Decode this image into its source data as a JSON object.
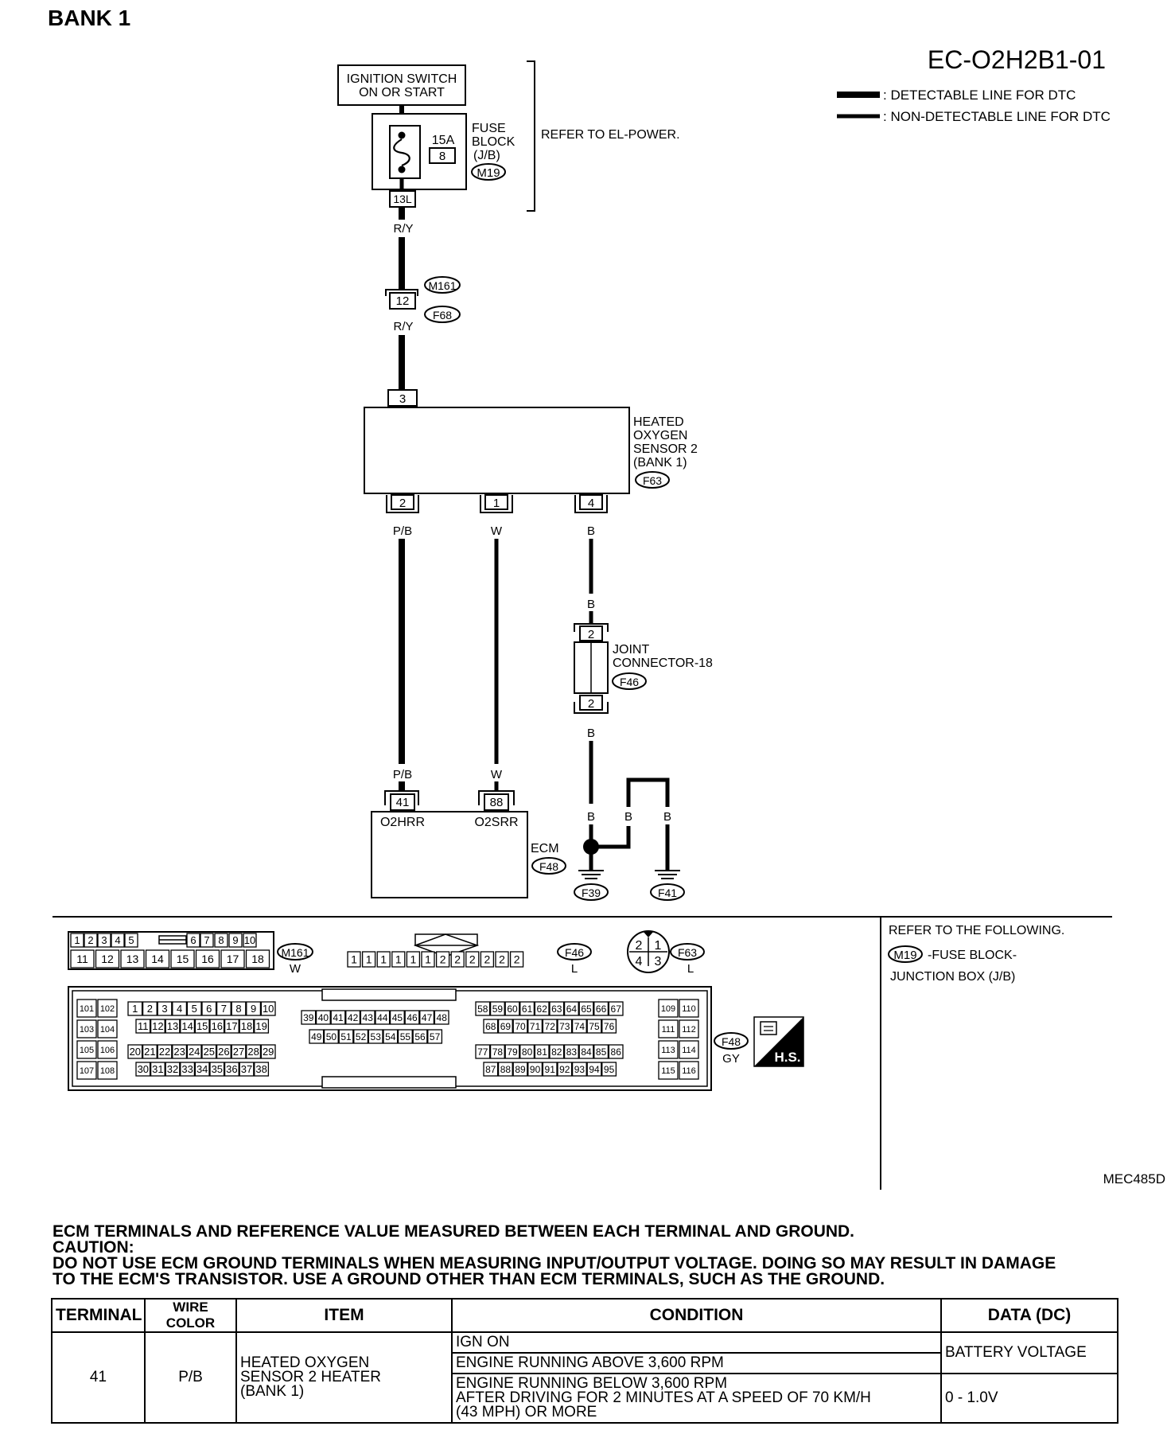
{
  "page": {
    "heading": "BANK 1",
    "diagram_code": "EC-O2H2B1-01",
    "figure_code": "MEC485D"
  },
  "legend": {
    "detectable_label": ": DETECTABLE LINE FOR DTC",
    "non_detectable_label": ": NON-DETECTABLE LINE FOR DTC"
  },
  "power": {
    "ignition_line1": "IGNITION SWITCH",
    "ignition_line2": "ON OR START",
    "fuse_amp": "15A",
    "fuse_number": "8",
    "fuse_block_line1": "FUSE",
    "fuse_block_line2": "BLOCK",
    "fuse_block_line3": "(J/B)",
    "fuse_block_connector": "M19",
    "fuse_terminal": "13L",
    "refer_text": "REFER TO EL-POWER."
  },
  "wires": {
    "ry_top": "R/Y",
    "ry_bottom": "R/Y",
    "pb_top": "P/B",
    "w_top": "W",
    "b_top": "B",
    "b_joint_in": "B",
    "b_joint_out": "B",
    "pb_bottom": "P/B",
    "w_bottom": "W",
    "b_ground1": "B",
    "b_ground2": "B",
    "b_ground3": "B"
  },
  "connectors": {
    "m161": "M161",
    "f68": "F68",
    "relay_terminal": "12",
    "f39": "F39",
    "f41": "F41"
  },
  "sensor": {
    "name_line1": "HEATED",
    "name_line2": "OXYGEN",
    "name_line3": "SENSOR 2",
    "name_line4": "(BANK 1)",
    "connector": "F63",
    "terminal_top": "3",
    "terminal_a": "2",
    "terminal_b": "1",
    "terminal_c": "4"
  },
  "joint": {
    "name_line1": "JOINT",
    "name_line2": "CONNECTOR-18",
    "connector": "F46",
    "terminal_in": "2",
    "terminal_out": "2"
  },
  "ecm": {
    "label": "ECM",
    "connector": "F48",
    "terminal_a": "41",
    "terminal_b": "88",
    "signal_a": "O2HRR",
    "signal_b": "O2SRR"
  },
  "connector_views": {
    "m161_top_row": [
      "1",
      "2",
      "3",
      "4",
      "5",
      "6",
      "7",
      "8",
      "9",
      "10"
    ],
    "m161_bottom_row": [
      "11",
      "12",
      "13",
      "14",
      "15",
      "16",
      "17",
      "18"
    ],
    "m161_label": "M161",
    "m161_color": "W",
    "f46_pins": [
      "1",
      "1",
      "1",
      "1",
      "1",
      "1",
      "2",
      "2",
      "2",
      "2",
      "2",
      "2"
    ],
    "f46_label": "F46",
    "f46_color": "L",
    "f63_pins": [
      "2",
      "1",
      "4",
      "3"
    ],
    "f63_label": "F63",
    "f63_color": "L",
    "f48_label": "F48",
    "f48_color": "GY",
    "hs_label": "H.S.",
    "ecm_left_pairs": [
      [
        "101",
        "102"
      ],
      [
        "103",
        "104"
      ],
      [
        "105",
        "106"
      ],
      [
        "107",
        "108"
      ]
    ],
    "ecm_right_pairs": [
      [
        "109",
        "110"
      ],
      [
        "111",
        "112"
      ],
      [
        "113",
        "114"
      ],
      [
        "115",
        "116"
      ]
    ],
    "ecm_g1_rows": [
      [
        "1",
        "2",
        "3",
        "4",
        "5",
        "6",
        "7",
        "8",
        "9",
        "10"
      ],
      [
        "11",
        "12",
        "13",
        "14",
        "15",
        "16",
        "17",
        "18",
        "19"
      ],
      [
        "20",
        "21",
        "22",
        "23",
        "24",
        "25",
        "26",
        "27",
        "28",
        "29"
      ],
      [
        "30",
        "31",
        "32",
        "33",
        "34",
        "35",
        "36",
        "37",
        "38"
      ]
    ],
    "ecm_g2_rows": [
      [
        "39",
        "40",
        "41",
        "42",
        "43",
        "44",
        "45",
        "46",
        "47",
        "48"
      ],
      [
        "49",
        "50",
        "51",
        "52",
        "53",
        "54",
        "55",
        "56",
        "57"
      ]
    ],
    "ecm_g3_rows": [
      [
        "58",
        "59",
        "60",
        "61",
        "62",
        "63",
        "64",
        "65",
        "66",
        "67"
      ],
      [
        "68",
        "69",
        "70",
        "71",
        "72",
        "73",
        "74",
        "75",
        "76"
      ],
      [
        "77",
        "78",
        "79",
        "80",
        "81",
        "82",
        "83",
        "84",
        "85",
        "86"
      ],
      [
        "87",
        "88",
        "89",
        "90",
        "91",
        "92",
        "93",
        "94",
        "95"
      ]
    ]
  },
  "refer": {
    "heading": "REFER TO THE FOLLOWING.",
    "connector": "M19",
    "line1": "-FUSE BLOCK-",
    "line2": "JUNCTION BOX (J/B)"
  },
  "notes": {
    "line1": "ECM TERMINALS AND REFERENCE VALUE MEASURED BETWEEN EACH TERMINAL AND GROUND.",
    "line2": "CAUTION:",
    "line3": "DO NOT USE ECM GROUND TERMINALS WHEN MEASURING INPUT/OUTPUT VOLTAGE. DOING SO MAY RESULT IN DAMAGE",
    "line4": "TO THE ECM'S TRANSISTOR. USE A GROUND OTHER THAN ECM TERMINALS, SUCH AS THE GROUND."
  },
  "table": {
    "headers": {
      "terminal": "TERMINAL",
      "wire_color": "WIRE COLOR",
      "item": "ITEM",
      "condition": "CONDITION",
      "data": "DATA (DC)"
    },
    "row": {
      "terminal": "41",
      "wire_color": "P/B",
      "item_line1": "HEATED OXYGEN",
      "item_line2": "SENSOR 2 HEATER",
      "item_line3": "(BANK 1)",
      "cond1": "IGN ON",
      "cond2": "ENGINE RUNNING ABOVE 3,600 RPM",
      "cond3_line1": "ENGINE RUNNING BELOW 3,600 RPM",
      "cond3_line2": "AFTER DRIVING FOR 2 MINUTES AT A SPEED OF 70 KM/H",
      "cond3_line3": "(43 MPH) OR MORE",
      "data1": "BATTERY VOLTAGE",
      "data2": "0 - 1.0V"
    }
  }
}
